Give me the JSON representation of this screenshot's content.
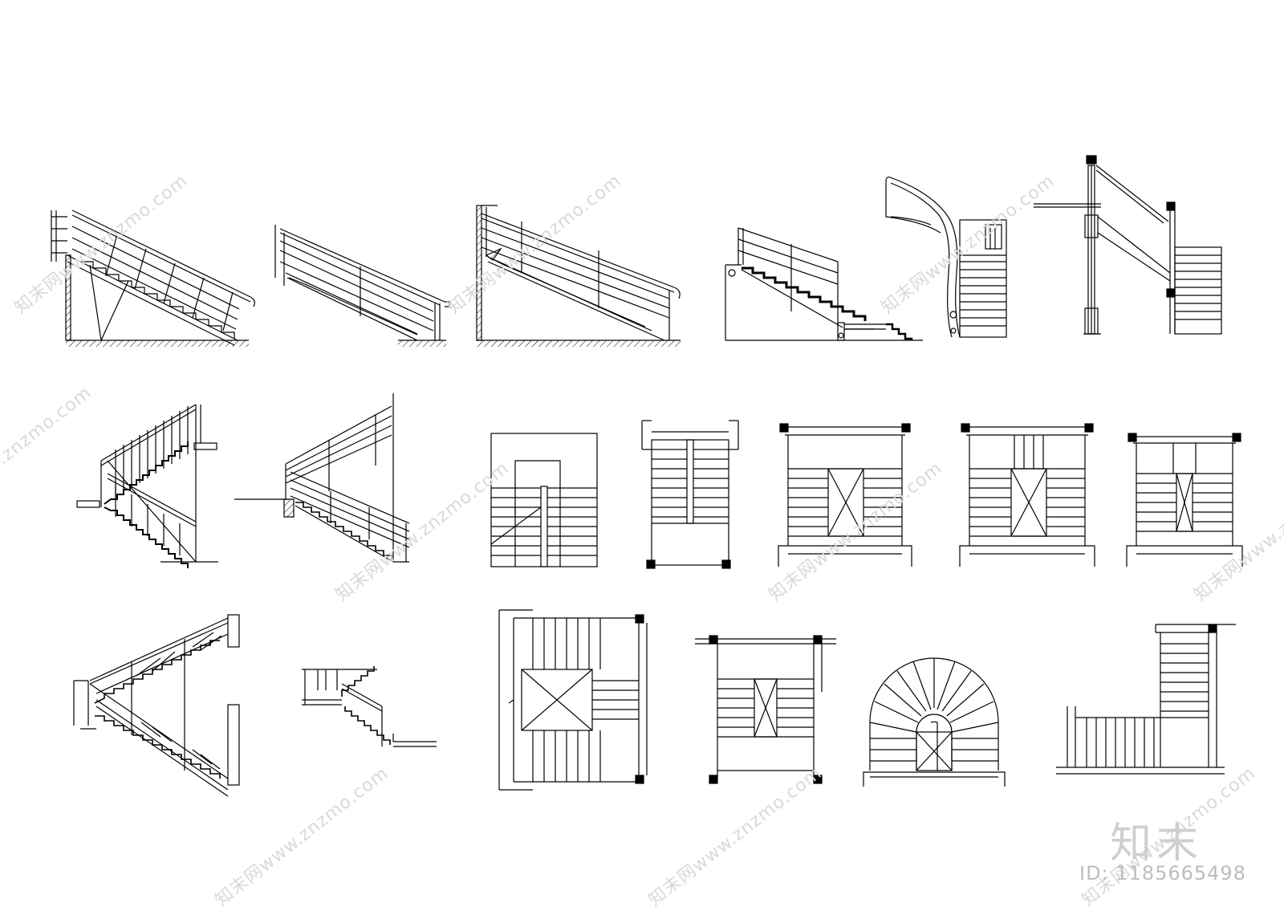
{
  "watermark": {
    "site_text": "www.znzmo.com",
    "brand_glyphs": "知末网"
  },
  "logo_text": "知末",
  "id_label": "ID: 1185665498",
  "drawings": [
    {
      "name": "straight-stair-elevation-1",
      "view": "elevation"
    },
    {
      "name": "straight-stair-elevation-2",
      "view": "elevation"
    },
    {
      "name": "straight-stair-elevation-3",
      "view": "elevation"
    },
    {
      "name": "stair-elevation-with-landing",
      "view": "elevation"
    },
    {
      "name": "curved-stair-elevation",
      "view": "elevation"
    },
    {
      "name": "stair-section-with-column",
      "view": "section"
    },
    {
      "name": "dogleg-stair-section-1",
      "view": "section"
    },
    {
      "name": "dogleg-stair-section-2",
      "view": "section"
    },
    {
      "name": "stair-plan-single",
      "view": "plan"
    },
    {
      "name": "stair-plan-narrow",
      "view": "plan"
    },
    {
      "name": "stair-plan-three-run-1",
      "view": "plan"
    },
    {
      "name": "stair-plan-three-run-2",
      "view": "plan"
    },
    {
      "name": "stair-plan-three-run-3",
      "view": "plan"
    },
    {
      "name": "dogleg-stair-glass-balustrade",
      "view": "section"
    },
    {
      "name": "stair-partial-section",
      "view": "section"
    },
    {
      "name": "four-run-stair-plan",
      "view": "plan"
    },
    {
      "name": "three-run-stair-plan",
      "view": "plan"
    },
    {
      "name": "semicircular-stair-plan",
      "view": "plan"
    },
    {
      "name": "l-shaped-stair-plan",
      "view": "plan"
    }
  ]
}
